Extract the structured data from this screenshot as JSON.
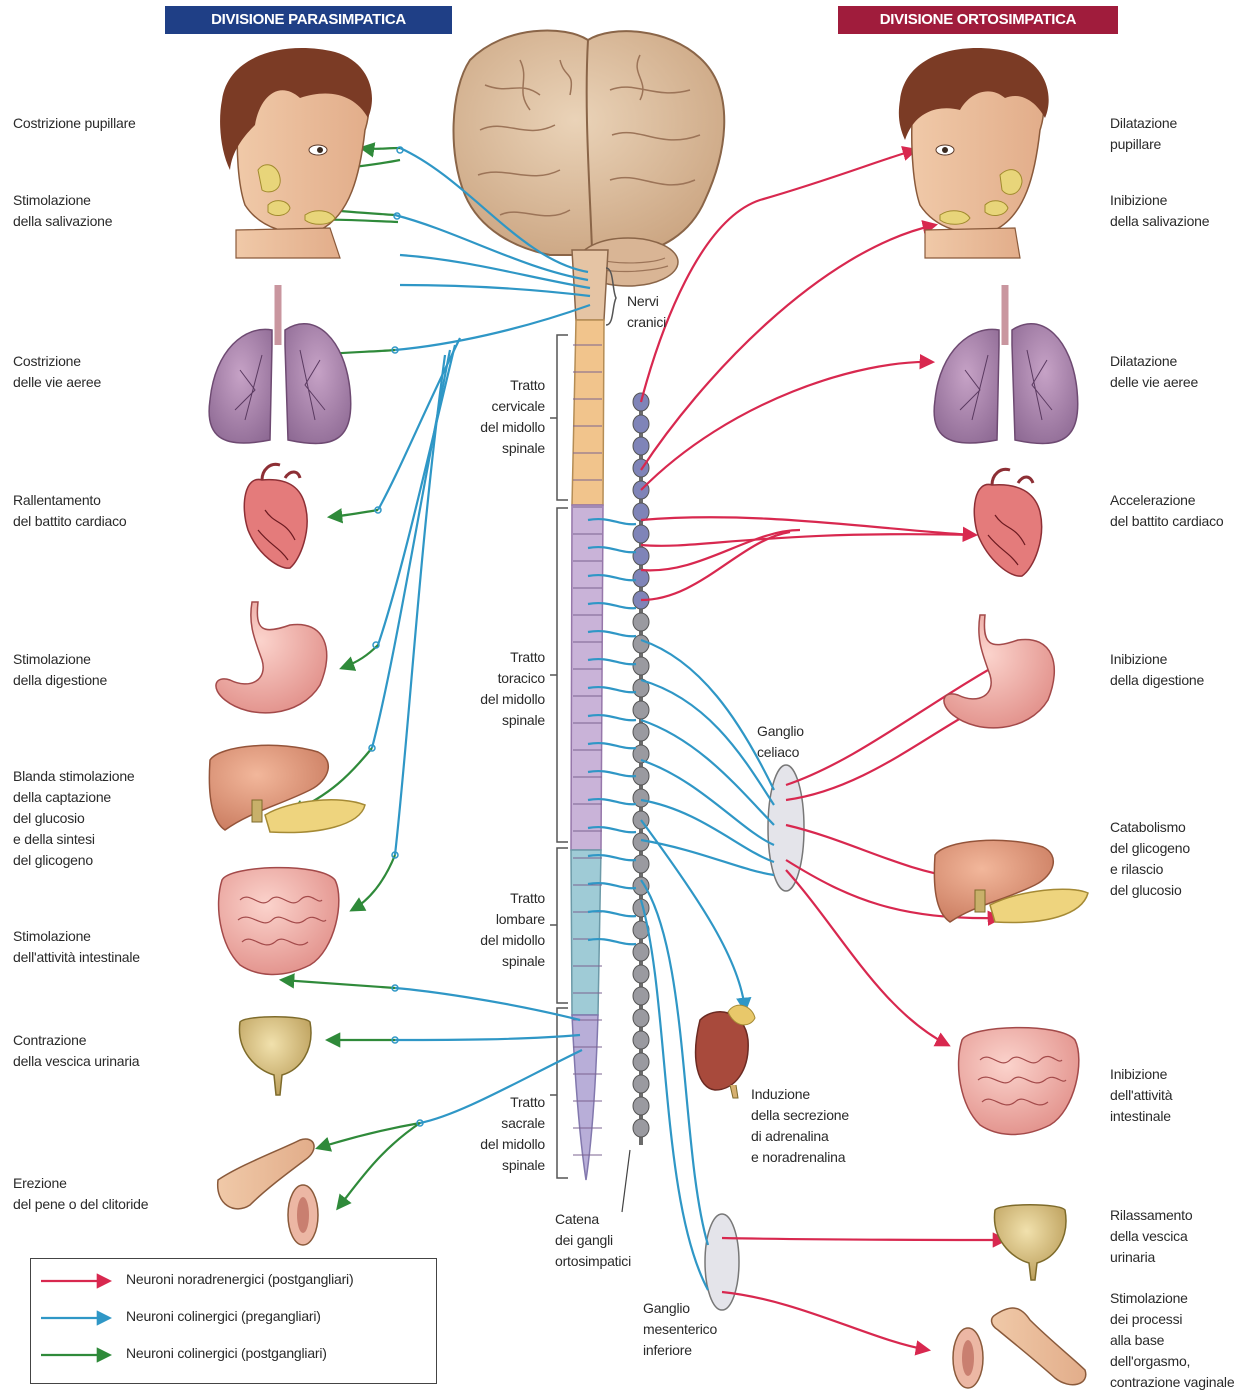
{
  "headers": {
    "parasympathetic": "DIVISIONE PARASIMPATICA",
    "sympathetic": "DIVISIONE ORTOSIMPATICA"
  },
  "colors": {
    "noradrenergic": "#d8284f",
    "cholinergic_pre": "#2f97c6",
    "cholinergic_post": "#2f8a3a",
    "para_header": "#1f3f86",
    "orto_header": "#a01c3c"
  },
  "left_labels": {
    "pupil": "Costrizione pupillare",
    "saliva": "Stimolazione\ndella salivazione",
    "airways": "Costrizione\ndelle vie aeree",
    "heart": "Rallentamento\ndel battito cardiaco",
    "digestion": "Stimolazione\ndella digestione",
    "glucose": "Blanda stimolazione\ndella captazione\ndel glucosio\ne della sintesi\ndel glicogeno",
    "intestine": "Stimolazione\ndell'attività intestinale",
    "bladder": "Contrazione\ndella vescica urinaria",
    "erection": "Erezione\ndel pene o del clitoride"
  },
  "right_labels": {
    "pupil": "Dilatazione\npupillare",
    "saliva": "Inibizione\ndella salivazione",
    "airways": "Dilatazione\ndelle vie aeree",
    "heart": "Accelerazione\ndel battito cardiaco",
    "digestion": "Inibizione\ndella digestione",
    "glycogen": "Catabolismo\ndel glicogeno\ne rilascio\ndel glucosio",
    "intestine": "Inibizione\ndell'attività\nintestinale",
    "bladder": "Rilassamento\ndella vescica\nurinaria",
    "orgasm": "Stimolazione\ndei processi\nalla base\ndell'orgasmo,\ncontrazione vaginale"
  },
  "center_labels": {
    "cranial": "Nervi\ncranici",
    "cervical": "Tratto\ncervicale\ndel midollo\nspinale",
    "thoracic": "Tratto\ntoracico\ndel midollo\nspinale",
    "lumbar": "Tratto\nlombare\ndel midollo\nspinale",
    "sacral": "Tratto\nsacrale\ndel midollo\nspinale",
    "celiac": "Ganglio\nceliaco",
    "adrenal": "Induzione\ndella secrezione\ndi adrenalina\ne noradrenalina",
    "chain": "Catena\ndei gangli\nortosimpatici",
    "mesenteric": "Ganglio\nmesenterico\ninferiore"
  },
  "legend": [
    {
      "label": "Neuroni noradrenergici (postgangliari)",
      "color": "#d8284f"
    },
    {
      "label": "Neuroni colinergici (pregangliari)",
      "color": "#2f97c6"
    },
    {
      "label": "Neuroni colinergici (postgangliari)",
      "color": "#2f8a3a"
    }
  ]
}
